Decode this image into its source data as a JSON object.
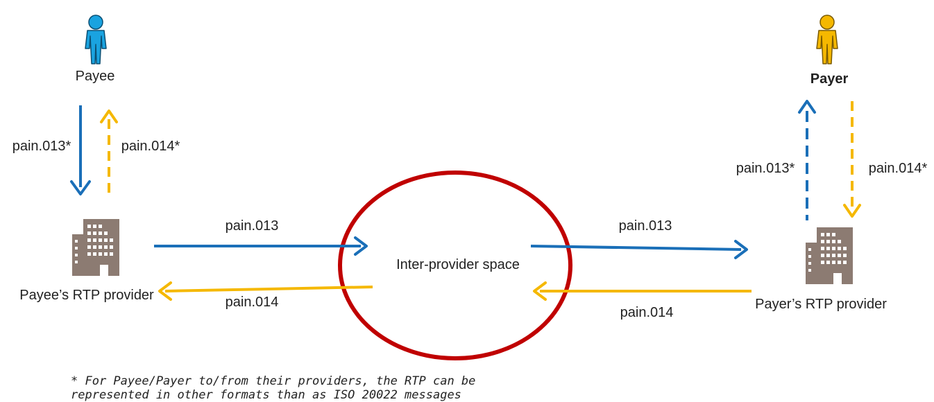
{
  "actors": {
    "payee": {
      "label": "Payee",
      "color": "#1aa3e0"
    },
    "payer": {
      "label": "Payer",
      "color": "#f5b800"
    }
  },
  "providers": {
    "payee_provider": {
      "label": "Payee’s RTP provider"
    },
    "payer_provider": {
      "label": "Payer’s RTP provider"
    }
  },
  "center": {
    "label": "Inter-provider space",
    "ring_color": "#c00000"
  },
  "messages": {
    "payee_to_provider": "pain.013*",
    "provider_to_payee": "pain.014*",
    "payer_provider_to_payer": "pain.013*",
    "payer_to_provider": "pain.014*",
    "left_request": "pain.013",
    "left_response": "pain.014",
    "right_request": "pain.013",
    "right_response": "pain.014"
  },
  "footnote": {
    "line1": "* For Payee/Payer to/from their providers, the RTP can be",
    "line2": "represented in other formats than as ISO 20022 messages"
  },
  "colors": {
    "request_arrow": "#1a6fb8",
    "response_arrow": "#f5b800",
    "building": "#8c7b72"
  }
}
